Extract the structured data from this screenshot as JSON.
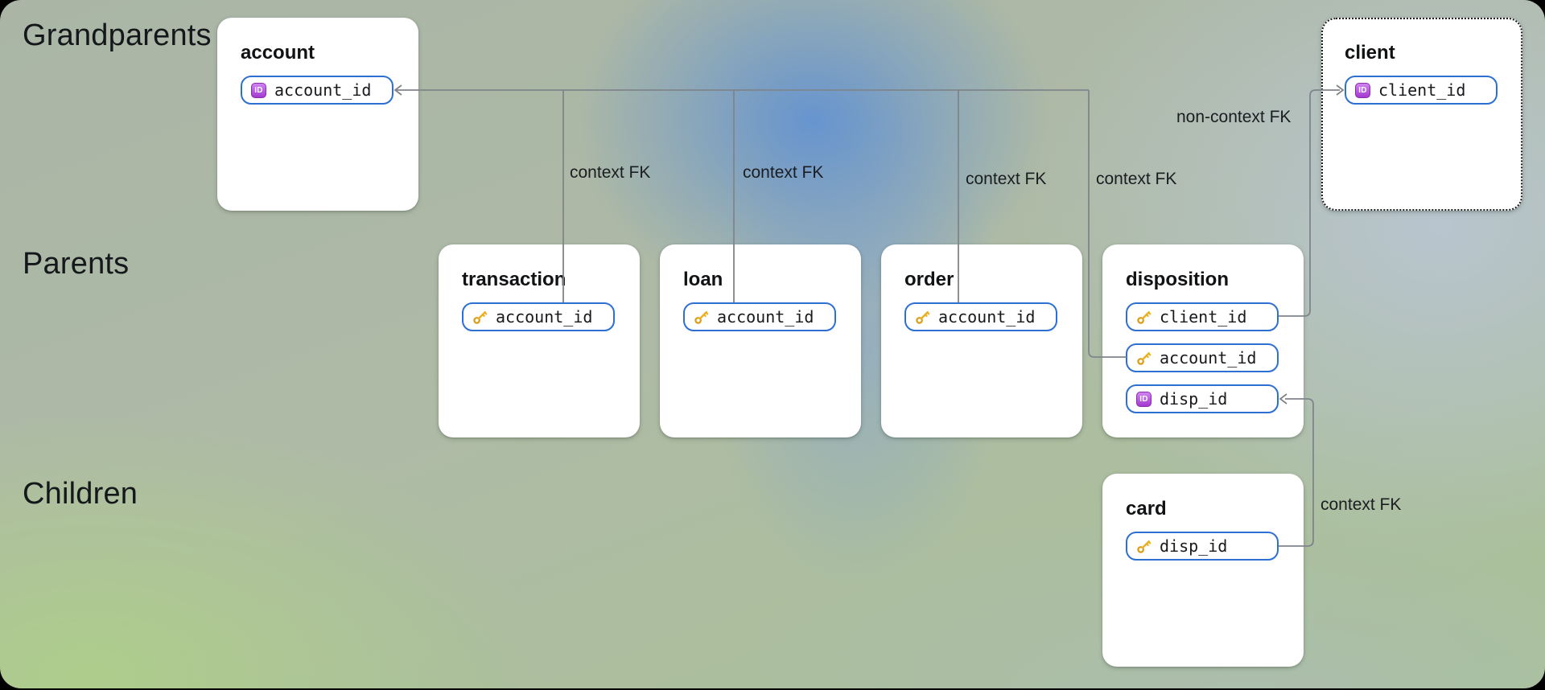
{
  "diagram": {
    "row_labels": [
      {
        "label": "Grandparents"
      },
      {
        "label": "Parents"
      },
      {
        "label": "Children"
      }
    ],
    "tables": [
      {
        "name": "account",
        "row": "grandparents",
        "fields": [
          {
            "name": "account_id",
            "icon": "id-badge-icon"
          }
        ]
      },
      {
        "name": "client",
        "row": "grandparents",
        "border_style": "dotted",
        "fields": [
          {
            "name": "client_id",
            "icon": "id-badge-icon"
          }
        ]
      },
      {
        "name": "transaction",
        "row": "parents",
        "fields": [
          {
            "name": "account_id",
            "icon": "key-icon"
          }
        ]
      },
      {
        "name": "loan",
        "row": "parents",
        "fields": [
          {
            "name": "account_id",
            "icon": "key-icon"
          }
        ]
      },
      {
        "name": "order",
        "row": "parents",
        "fields": [
          {
            "name": "account_id",
            "icon": "key-icon"
          }
        ]
      },
      {
        "name": "disposition",
        "row": "parents",
        "fields": [
          {
            "name": "client_id",
            "icon": "key-icon"
          },
          {
            "name": "account_id",
            "icon": "key-icon"
          },
          {
            "name": "disp_id",
            "icon": "id-badge-icon"
          }
        ]
      },
      {
        "name": "card",
        "row": "children",
        "fields": [
          {
            "name": "disp_id",
            "icon": "key-icon"
          }
        ]
      }
    ],
    "edge_labels": [
      {
        "label": "context FK",
        "edge": "account-transaction"
      },
      {
        "label": "context FK",
        "edge": "account-loan"
      },
      {
        "label": "context FK",
        "edge": "account-order"
      },
      {
        "label": "context FK",
        "edge": "account-disposition"
      },
      {
        "label": "non-context FK",
        "edge": "disposition-client"
      },
      {
        "label": "context FK",
        "edge": "card-disposition"
      }
    ],
    "icons": {
      "id_badge_text": "ID"
    },
    "colors": {
      "pill_border": "#2e6fd2",
      "connector_line": "#7f858b",
      "id_badge_purple": "#a23ad0",
      "key_gold": "#ecb01f",
      "card_background": "#ffffff",
      "label_text": "#15181a"
    }
  }
}
